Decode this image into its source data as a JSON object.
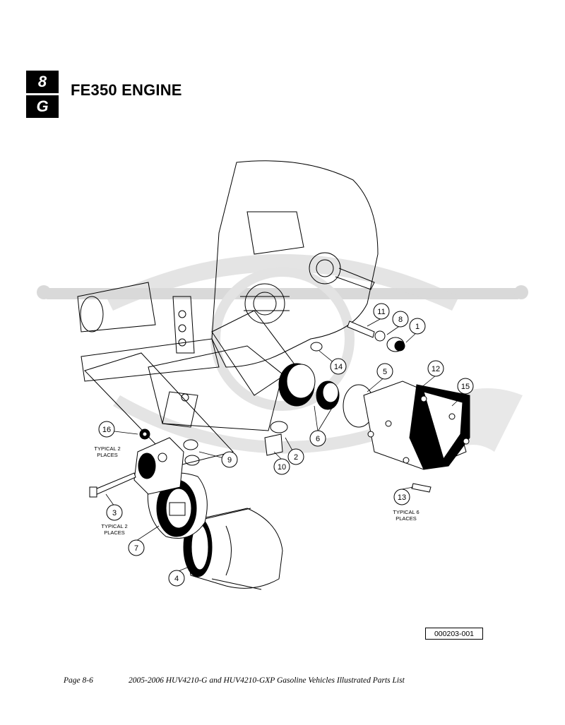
{
  "header": {
    "tab_top": "8",
    "tab_bottom": "G",
    "title": "FE350 ENGINE"
  },
  "diagram": {
    "callouts": [
      {
        "label": "1"
      },
      {
        "label": "2"
      },
      {
        "label": "3"
      },
      {
        "label": "4"
      },
      {
        "label": "5"
      },
      {
        "label": "6"
      },
      {
        "label": "7"
      },
      {
        "label": "8"
      },
      {
        "label": "9"
      },
      {
        "label": "10"
      },
      {
        "label": "11"
      },
      {
        "label": "12"
      },
      {
        "label": "13"
      },
      {
        "label": "14"
      },
      {
        "label": "15"
      },
      {
        "label": "16"
      }
    ],
    "notes": {
      "typical_2_a_line1": "TYPICAL 2",
      "typical_2_a_line2": "PLACES",
      "typical_2_b_line1": "TYPICAL 2",
      "typical_2_b_line2": "PLACES",
      "typical_6_line1": "TYPICAL 6",
      "typical_6_line2": "PLACES"
    },
    "reference_number": "000203-001",
    "colors": {
      "line": "#000000",
      "watermark": "#d9d9d9"
    }
  },
  "footer": {
    "page": "Page 8-6",
    "doc_title": "2005-2006 HUV4210-G and HUV4210-GXP Gasoline Vehicles Illustrated Parts List"
  }
}
